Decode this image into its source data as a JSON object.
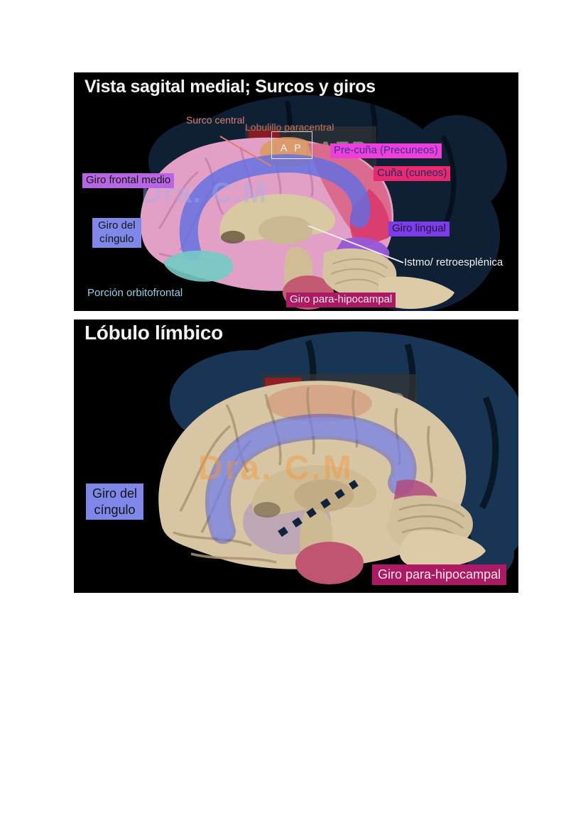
{
  "colors": {
    "page_bg": "#ffffff",
    "slide_bg": "#000000",
    "title_text": "#f2f2f2",
    "salmon_label": "#d9806e",
    "magenta_label_bg": "#ee3fd8",
    "crimson_label_bg": "#e82a6e",
    "purple_label_bg": "#b765e2",
    "periwinkle_label_bg": "#7f88e8",
    "violet_label_bg": "#7c3ce8",
    "dark_magenta_label_bg": "#ad1a64",
    "cyan_label": "#8fd0e8",
    "logo_red": "#9c1b22",
    "logo_gray_text": "#8f8f8f",
    "silhouette_navy": "#16314f",
    "cingulate_blue": "#6a76e0",
    "cortex_tan": "#d8c5a4",
    "frontal_pink": "#e2a0c6"
  },
  "slide1": {
    "title": "Vista sagital medial; Surcos y giros",
    "labels": {
      "surco_central": "Surco\ncentral",
      "lobulillo_paracentral": "Lobulillo paracentral",
      "ap_a": "A",
      "ap_p": "P",
      "precuna": "Pre-cuña (Precuneos)",
      "cuna": "Cuña (cuneos)",
      "giro_frontal_medio": "Giro frontal medio",
      "giro_del_cingulo": "Giro del\ncíngulo",
      "giro_lingual": "Giro lingual",
      "istmo": "Istmo/ retroesplénica",
      "porcion_orbitofrontal": "Porción orbitofrontal",
      "giro_parahipocampal": "Giro para-hipocampal"
    },
    "watermarks": {
      "logo_symbol": "U",
      "logo_text": "UPAEP",
      "author": "Dra. C.M"
    }
  },
  "slide2": {
    "title": "Lóbulo límbico",
    "labels": {
      "giro_del_cingulo": "Giro del\ncíngulo",
      "giro_parahipocampal": "Giro para-hipocampal"
    },
    "watermarks": {
      "logo_symbol": "U",
      "logo_text": "UPAEP",
      "author": "Dra. C.M"
    }
  }
}
